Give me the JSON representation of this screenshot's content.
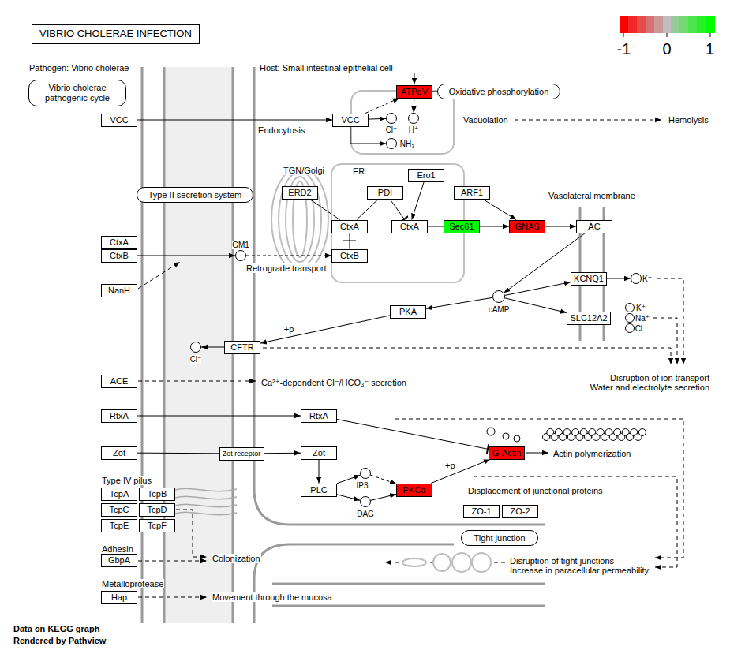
{
  "diagram": {
    "title": "VIBRIO CHOLERAE INFECTION",
    "nodes": [
      {
        "text": [
          "Vibrio cholerae pathogenic cycle"
        ]
      },
      {
        "text": [
          "VCC"
        ]
      },
      {
        "text": [
          "ATPeV"
        ]
      },
      {
        "text": [
          "Oxidative phosphorylation"
        ]
      },
      {
        "text": [
          "VCC"
        ]
      },
      {
        "text": [
          "Cl⁻"
        ]
      },
      {
        "text": [
          "H⁺"
        ]
      },
      {
        "text": [
          "NH₃"
        ]
      },
      {
        "text": [
          "Type II secretion system"
        ]
      },
      {
        "text": [
          "ERD2"
        ]
      },
      {
        "text": [
          "ER"
        ]
      },
      {
        "text": [
          "PDI"
        ],
        "in": 10
      },
      {
        "text": [
          "Ero1"
        ],
        "in": 10
      },
      {
        "text": [
          "CtxA"
        ],
        "in": 10
      },
      {
        "text": [
          "CtxA"
        ],
        "in": 10
      },
      {
        "text": [
          "CtxB"
        ],
        "in": 10
      },
      {
        "text": [
          "ARF1"
        ]
      },
      {
        "text": [
          "Sec61"
        ]
      },
      {
        "text": [
          "GNAS"
        ]
      },
      {
        "text": [
          "AC"
        ]
      },
      {
        "text": [
          "CtxA"
        ]
      },
      {
        "text": [
          "CtxB"
        ]
      },
      {
        "text": [
          "GM1"
        ]
      },
      {
        "text": [
          "NanH"
        ]
      },
      {
        "text": [
          "KCNQ1"
        ]
      },
      {
        "text": [
          "K⁺"
        ]
      },
      {
        "text": [
          "cAMP"
        ]
      },
      {
        "text": [
          "PKA"
        ]
      },
      {
        "text": [
          "SLC12A2"
        ]
      },
      {
        "text": [
          "K⁺"
        ]
      },
      {
        "text": [
          "Na⁺"
        ]
      },
      {
        "text": [
          "Cl⁻"
        ]
      },
      {
        "text": [
          "Cl⁻"
        ]
      },
      {
        "text": [
          "CFTR"
        ]
      },
      {
        "text": [
          "ACE"
        ]
      },
      {
        "text": [
          "RtxA"
        ]
      },
      {
        "text": [
          "RtxA"
        ]
      },
      {
        "text": [
          "G-Actin"
        ]
      },
      {
        "text": [
          "Zot"
        ]
      },
      {
        "text": [
          "Zot receptor"
        ]
      },
      {
        "text": [
          "Zot"
        ]
      },
      {
        "text": [
          "IP3"
        ]
      },
      {
        "text": [
          "PLC"
        ]
      },
      {
        "text": [
          "PKCα"
        ]
      },
      {
        "text": [
          "DAG"
        ]
      },
      {
        "text": [
          "ZO-1"
        ]
      },
      {
        "text": [
          "ZO-2"
        ]
      },
      {
        "text": [
          "TcpA"
        ]
      },
      {
        "text": [
          "TcpB"
        ]
      },
      {
        "text": [
          "TcpC"
        ]
      },
      {
        "text": [
          "TcpD"
        ]
      },
      {
        "text": [
          "TcpE"
        ]
      },
      {
        "text": [
          "TcpF"
        ]
      },
      {
        "text": [
          "Tight junction"
        ]
      },
      {
        "text": [
          "GbpA"
        ]
      },
      {
        "text": [
          "Hap"
        ]
      }
    ],
    "edges": [
      {
        "from": 1,
        "to": 4,
        "arrow": "to",
        "label": "Endocytosis"
      },
      {
        "from": 4,
        "to": 2,
        "arrow": "to"
      },
      {
        "from": 4,
        "to": 5,
        "arrow": "to"
      },
      {
        "from": 2,
        "to": 6,
        "arrow": "to"
      },
      {
        "from": 4,
        "to": 7,
        "arrow": "to"
      },
      {
        "from": 2,
        "to": 3,
        "arrow": "none"
      },
      {
        "from": 21,
        "to": 22,
        "arrow": "to"
      },
      {
        "from": 22,
        "to": 15,
        "arrow": "to",
        "label": "Retrograde transport"
      },
      {
        "from": 9,
        "to": 13,
        "arrow": "none"
      },
      {
        "from": 11,
        "to": 13,
        "arrow": "none"
      },
      {
        "from": 11,
        "to": 14,
        "arrow": "to"
      },
      {
        "from": 12,
        "to": 14,
        "arrow": "to"
      },
      {
        "from": 13,
        "to": 15,
        "arrow": "none"
      },
      {
        "from": 14,
        "to": 17,
        "arrow": "none"
      },
      {
        "from": 17,
        "to": 18,
        "arrow": "to"
      },
      {
        "from": 16,
        "to": 18,
        "arrow": "to"
      },
      {
        "from": 18,
        "to": 19,
        "arrow": "to"
      },
      {
        "from": 19,
        "to": 26,
        "arrow": "to"
      },
      {
        "from": 26,
        "to": 24,
        "arrow": "to"
      },
      {
        "from": 26,
        "to": 28,
        "arrow": "to"
      },
      {
        "from": 26,
        "to": 27,
        "arrow": "to"
      },
      {
        "from": 24,
        "to": 25,
        "arrow": "to"
      },
      {
        "from": 27,
        "to": 33,
        "arrow": "to",
        "label": "+p"
      },
      {
        "from": 33,
        "to": 32,
        "arrow": "to"
      },
      {
        "from": 35,
        "to": 36,
        "arrow": "to"
      },
      {
        "from": 36,
        "to": 37,
        "arrow": "to"
      },
      {
        "from": 38,
        "to": 39,
        "arrow": "none"
      },
      {
        "from": 39,
        "to": 40,
        "arrow": "to"
      },
      {
        "from": 40,
        "to": 42,
        "arrow": "to"
      },
      {
        "from": 42,
        "to": 41,
        "arrow": "to"
      },
      {
        "from": 42,
        "to": 44,
        "arrow": "to"
      },
      {
        "from": 41,
        "to": 43,
        "arrow": "to"
      },
      {
        "from": 44,
        "to": 43,
        "arrow": "to"
      },
      {
        "from": 43,
        "to": 37,
        "arrow": "to",
        "label": "+p"
      }
    ],
    "labels": [
      "Pathogen: Vibrio cholerae",
      "Host: Small intestinal epithelial cell",
      "Vacuolation",
      "Hemolysis",
      "TGN/Golgi",
      "Vasolateral membrane",
      "Disruption of ion transport",
      "Water and electrolyte secretion",
      "Ca²⁺-dependent Cl⁻/HCO₃⁻ secretion",
      "Actin polymerization",
      "Displacement of junctional proteins",
      "Type IV pilus",
      "Colonization",
      "Disruption of tight junctions",
      "Increase in paracellular permeability",
      "Adhesin",
      "Metalloprotease",
      "Movement through the mucosa",
      "Data on KEGG graph",
      "Rendered by Pathview"
    ],
    "legend": [
      {
        "text": "-1",
        "color": "#ff0000"
      },
      {
        "text": "0",
        "color": "#bebebe"
      },
      {
        "text": "1",
        "color": "#00ff00"
      }
    ]
  }
}
